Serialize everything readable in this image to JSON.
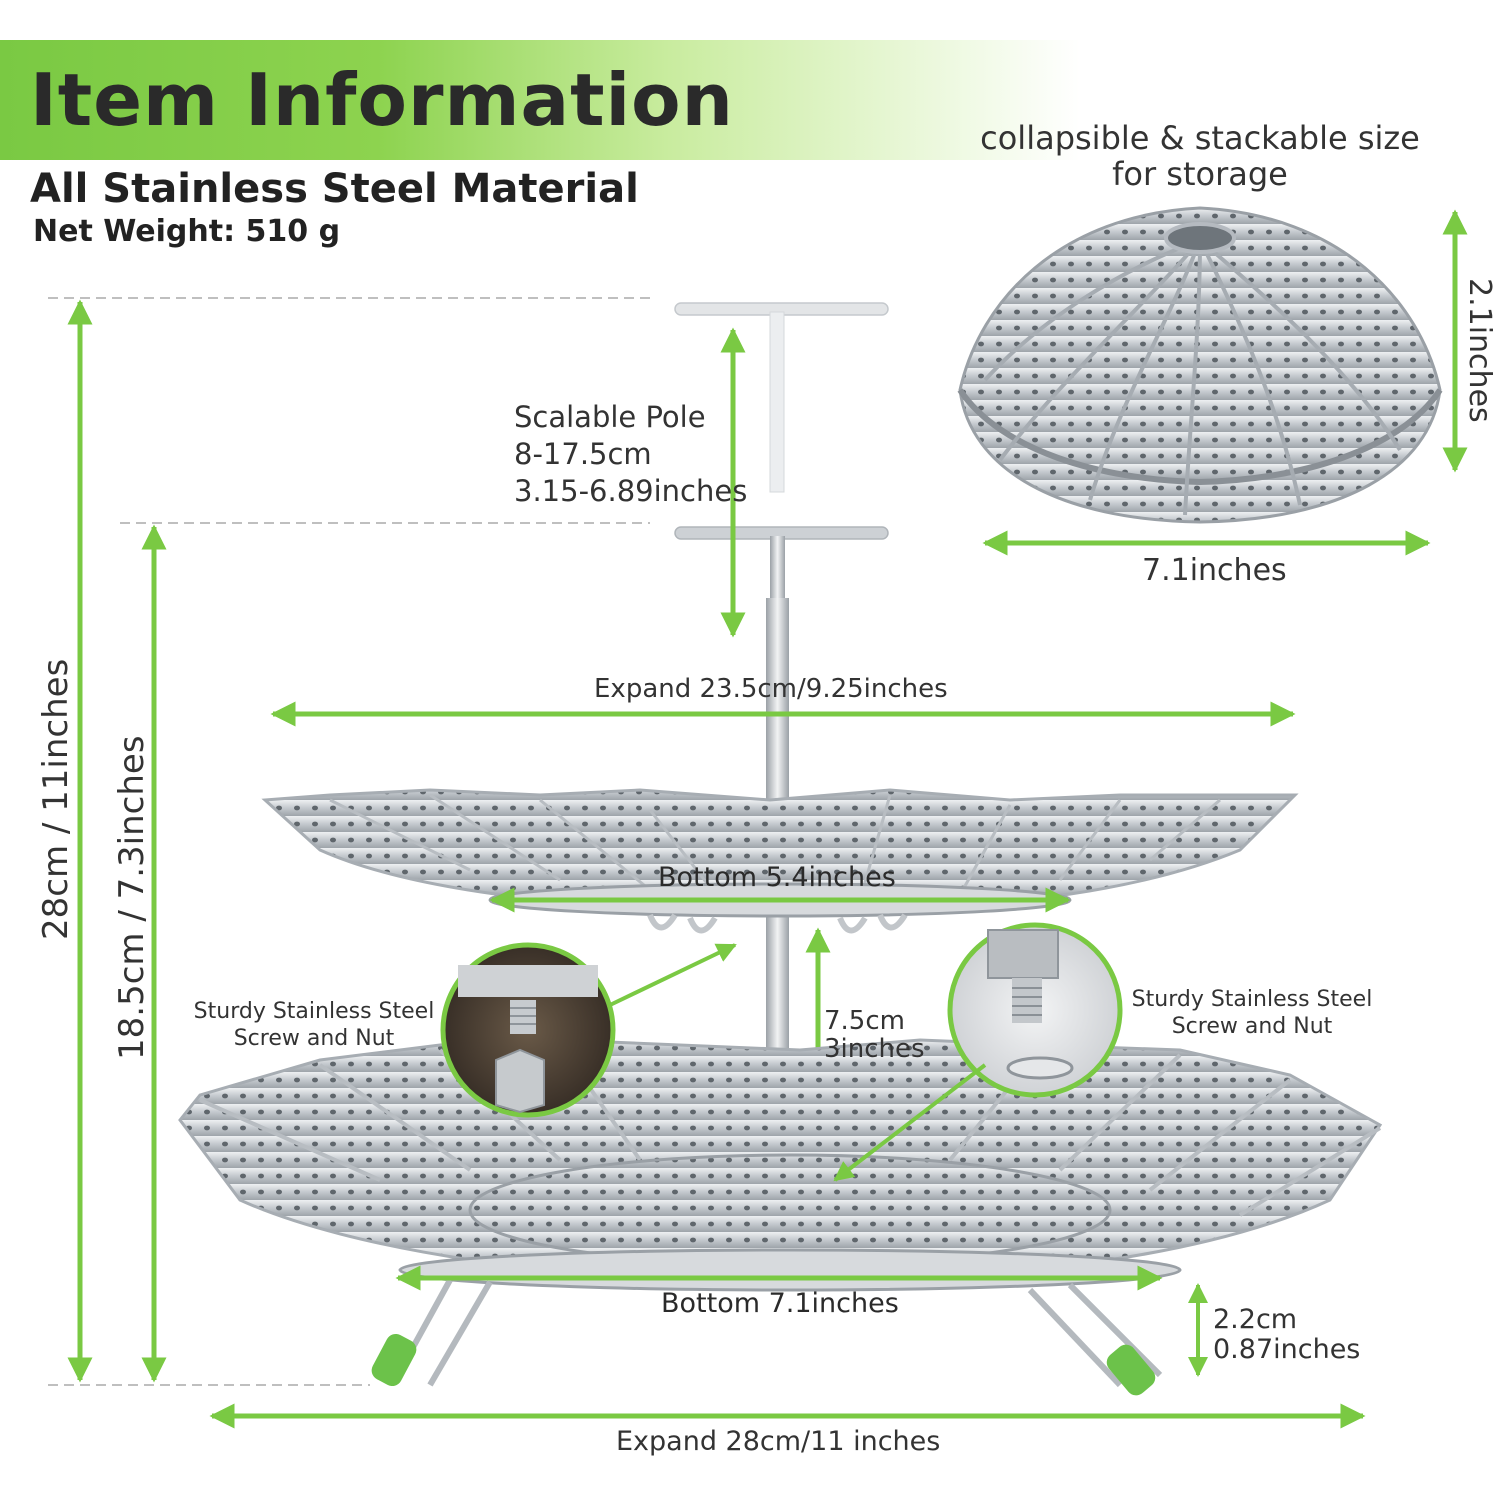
{
  "header": {
    "title": "Item Information",
    "material": "All Stainless Steel Material",
    "net_weight": "Net Weight: 510 g"
  },
  "storage": {
    "caption_line1": "collapsible & stackable size",
    "caption_line2": "for storage",
    "height": "2.1inches",
    "width": "7.1inches"
  },
  "pole": {
    "name": "Scalable Pole",
    "cm": "8-17.5cm",
    "inches": "3.15-6.89inches"
  },
  "dimensions": {
    "total_height": "28cm / 11inches",
    "tier_height": "18.5cm / 7.3inches",
    "upper_expand": "Expand 23.5cm/9.25inches",
    "upper_bottom": "Bottom 5.4inches",
    "tier_gap_cm": "7.5cm",
    "tier_gap_in": "3inches",
    "lower_bottom": "Bottom 7.1inches",
    "leg_cm": "2.2cm",
    "leg_in": "0.87inches",
    "lower_expand": "Expand 28cm/11 inches"
  },
  "callouts": {
    "left_line1": "Sturdy Stainless Steel",
    "left_line2": "Screw and Nut",
    "right_line1": "Sturdy Stainless Steel",
    "right_line2": "Screw and Nut"
  },
  "colors": {
    "accent_green": "#7ac943",
    "steel": "#c9cdd1",
    "silicone_green": "#6cc24a"
  },
  "icons": [
    "dimension-arrow-icon",
    "zoom-callout-icon"
  ]
}
